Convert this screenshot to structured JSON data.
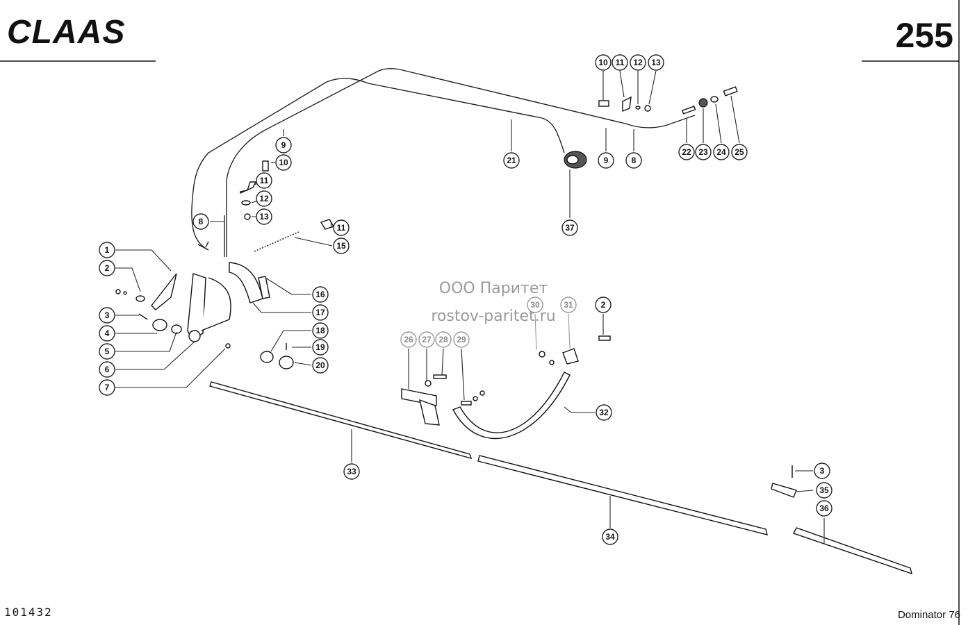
{
  "header": {
    "brand_logo": "CLAAS",
    "plate_number": "255"
  },
  "footer": {
    "drawing_number": "101432",
    "model_name": "Dominator 76"
  },
  "watermark": {
    "line1": "ООО Паритет",
    "line2": "rostov-paritet.ru"
  },
  "callouts": [
    {
      "label": "1"
    },
    {
      "label": "2"
    },
    {
      "label": "3"
    },
    {
      "label": "4"
    },
    {
      "label": "5"
    },
    {
      "label": "6"
    },
    {
      "label": "7"
    },
    {
      "label": "8"
    },
    {
      "label": "9"
    },
    {
      "label": "10"
    },
    {
      "label": "11"
    },
    {
      "label": "12"
    },
    {
      "label": "13"
    },
    {
      "label": "11"
    },
    {
      "label": "15"
    },
    {
      "label": "16"
    },
    {
      "label": "17"
    },
    {
      "label": "18"
    },
    {
      "label": "19"
    },
    {
      "label": "20"
    },
    {
      "label": "10"
    },
    {
      "label": "11"
    },
    {
      "label": "12"
    },
    {
      "label": "13"
    },
    {
      "label": "21"
    },
    {
      "label": "37"
    },
    {
      "label": "9"
    },
    {
      "label": "8"
    },
    {
      "label": "22"
    },
    {
      "label": "23"
    },
    {
      "label": "24"
    },
    {
      "label": "25"
    },
    {
      "label": "30"
    },
    {
      "label": "31"
    },
    {
      "label": "2"
    },
    {
      "label": "26"
    },
    {
      "label": "27"
    },
    {
      "label": "28"
    },
    {
      "label": "29"
    },
    {
      "label": "32"
    },
    {
      "label": "33"
    },
    {
      "label": "34"
    },
    {
      "label": "3"
    },
    {
      "label": "35"
    },
    {
      "label": "36"
    }
  ]
}
